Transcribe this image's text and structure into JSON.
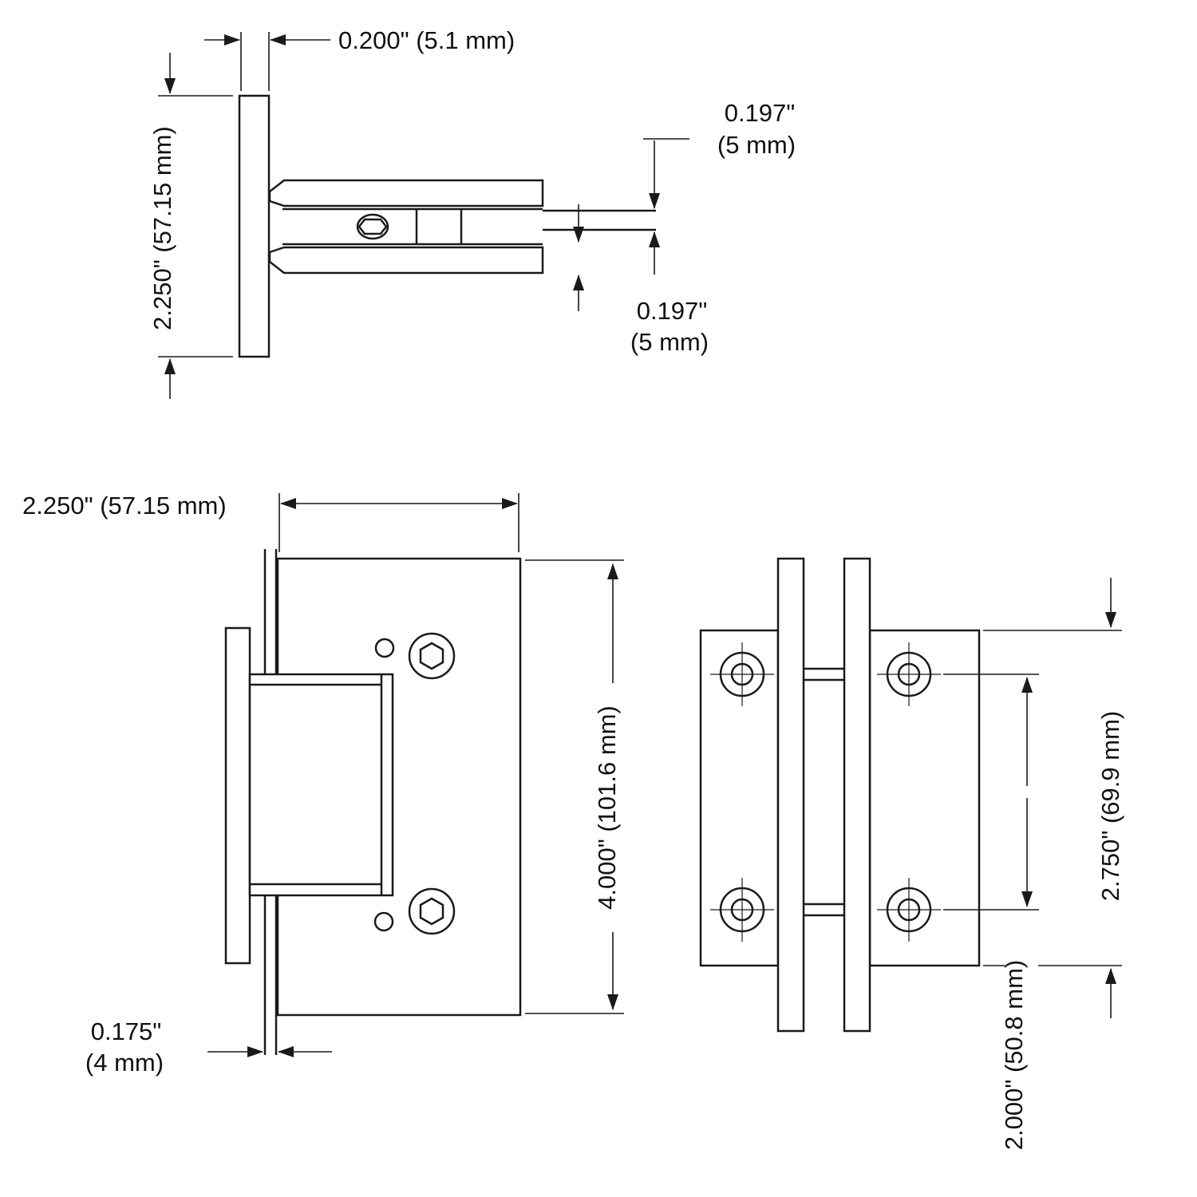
{
  "drawing": {
    "kind": "technical-drawing",
    "subject": "glass shower door hinge dimension drawing",
    "line_color": "#1a1a1a",
    "background": "#ffffff"
  },
  "side_view": {
    "plate_thickness": "0.200\" (5.1 mm)",
    "plate_width": "2.250\" (57.15 mm)",
    "glass_thickness_in": "0.197\"",
    "glass_thickness_mm": "(5 mm)",
    "jaw_thickness_in": "0.197\"",
    "jaw_thickness_mm": "(5 mm)"
  },
  "front_view": {
    "plate_width": "2.250\" (57.15 mm)",
    "plate_height": "4.000\" (101.6 mm)",
    "glass_thickness_in": "0.175\"",
    "glass_thickness_mm": "(4 mm)"
  },
  "edge_view": {
    "plate_height": "2.750\" (69.9 mm)",
    "hole_spacing": "2.000\" (50.8 mm)"
  }
}
